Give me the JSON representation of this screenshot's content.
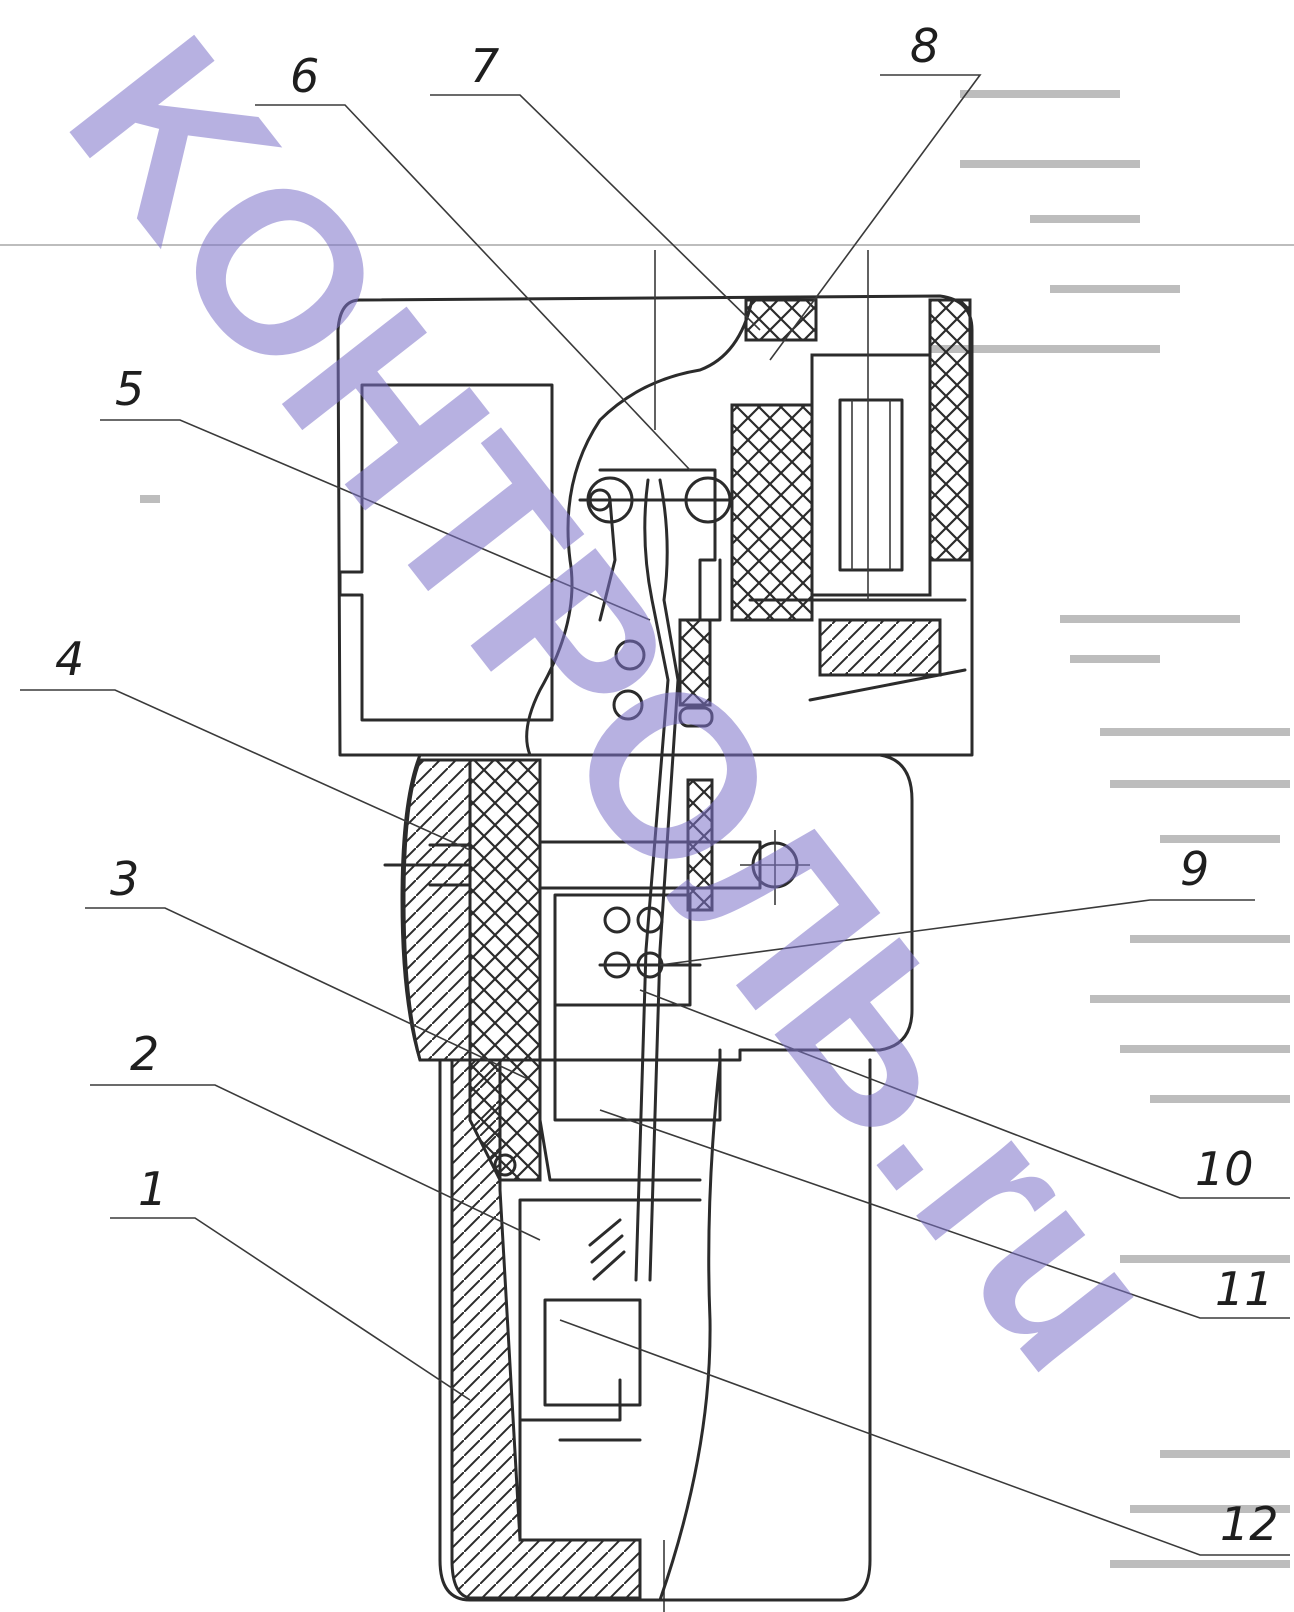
{
  "figure": {
    "labels": [
      {
        "id": "1",
        "text": "1"
      },
      {
        "id": "2",
        "text": "2"
      },
      {
        "id": "3",
        "text": "3"
      },
      {
        "id": "4",
        "text": "4"
      },
      {
        "id": "5",
        "text": "5"
      },
      {
        "id": "6",
        "text": "6"
      },
      {
        "id": "7",
        "text": "7"
      },
      {
        "id": "8",
        "text": "8"
      },
      {
        "id": "9",
        "text": "9"
      },
      {
        "id": "10",
        "text": "10"
      },
      {
        "id": "11",
        "text": "11"
      },
      {
        "id": "12",
        "text": "12"
      }
    ]
  },
  "watermark": {
    "text": "KOHTPOЛЬ.ru"
  },
  "colors": {
    "ink": "#2b2b2b",
    "watermark": "#7d73c9",
    "background": "#ffffff"
  }
}
